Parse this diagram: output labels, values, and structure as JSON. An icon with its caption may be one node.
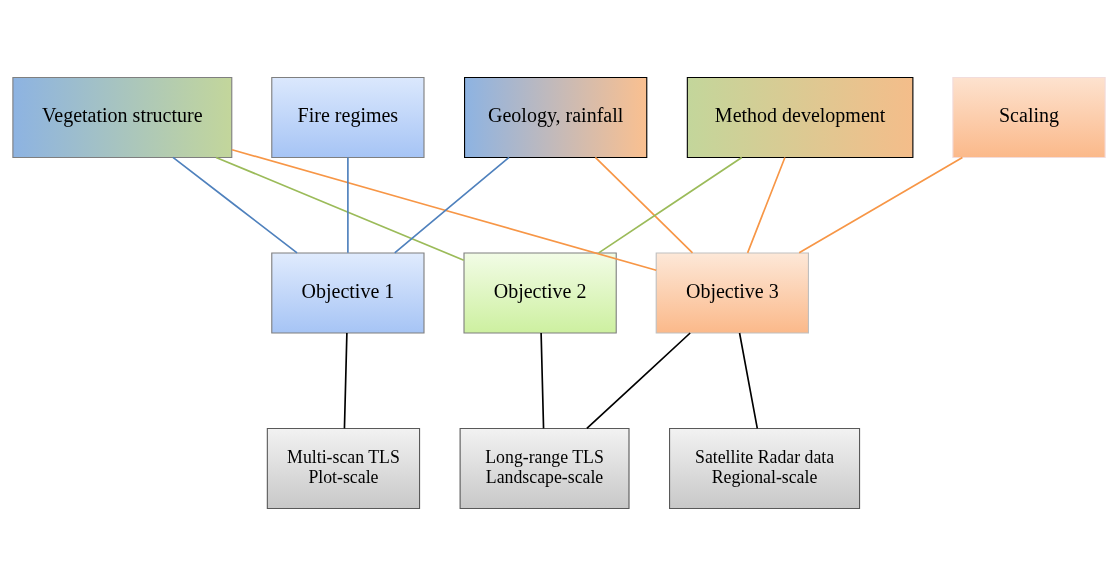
{
  "diagram": {
    "nodes": [
      {
        "text": [
          "Vegetation structure"
        ]
      },
      {
        "text": [
          "Fire regimes"
        ]
      },
      {
        "text": [
          "Geology, rainfall"
        ]
      },
      {
        "text": [
          "Method development"
        ]
      },
      {
        "text": [
          "Scaling"
        ]
      },
      {
        "text": [
          "Objective 1"
        ]
      },
      {
        "text": [
          "Objective 2"
        ]
      },
      {
        "text": [
          "Objective 3"
        ]
      },
      {
        "text": [
          "Multi-scan TLS",
          "Plot-scale"
        ]
      },
      {
        "text": [
          "Long-range TLS",
          "Landscape-scale"
        ]
      },
      {
        "text": [
          "Satellite Radar data",
          "Regional-scale"
        ]
      }
    ],
    "edges": [
      {
        "from": 0,
        "to": 5,
        "arrow": "none",
        "color": "#4f81bd"
      },
      {
        "from": 1,
        "to": 5,
        "arrow": "none",
        "color": "#4f81bd"
      },
      {
        "from": 2,
        "to": 5,
        "arrow": "none",
        "color": "#4f81bd"
      },
      {
        "from": 0,
        "to": 6,
        "arrow": "none",
        "color": "#9bbb59"
      },
      {
        "from": 3,
        "to": 6,
        "arrow": "none",
        "color": "#9bbb59"
      },
      {
        "from": 0,
        "to": 7,
        "arrow": "none",
        "color": "#f79646"
      },
      {
        "from": 2,
        "to": 7,
        "arrow": "none",
        "color": "#f79646"
      },
      {
        "from": 3,
        "to": 7,
        "arrow": "none",
        "color": "#f79646"
      },
      {
        "from": 4,
        "to": 7,
        "arrow": "none",
        "color": "#f79646"
      },
      {
        "from": 5,
        "to": 8,
        "arrow": "none",
        "color": "#000000"
      },
      {
        "from": 6,
        "to": 9,
        "arrow": "none",
        "color": "#000000"
      },
      {
        "from": 7,
        "to": 9,
        "arrow": "none",
        "color": "#000000"
      },
      {
        "from": 7,
        "to": 10,
        "arrow": "none",
        "color": "#000000"
      }
    ]
  }
}
